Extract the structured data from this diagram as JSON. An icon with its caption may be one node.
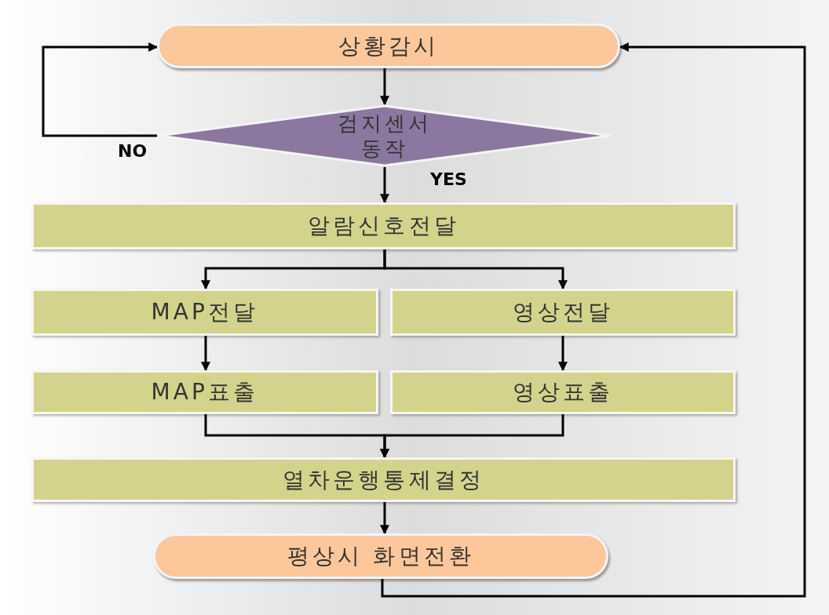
{
  "diagram": {
    "nodes": [
      {
        "text": [
          "상황감시"
        ]
      },
      {
        "text": [
          "검지센서 동작"
        ]
      },
      {
        "text": [
          "알람신호전달"
        ]
      },
      {
        "text": [
          "MAP전달"
        ]
      },
      {
        "text": [
          "영상전달"
        ]
      },
      {
        "text": [
          "MAP표출"
        ]
      },
      {
        "text": [
          "영상표출"
        ]
      },
      {
        "text": [
          "열차운행통제결정"
        ]
      },
      {
        "text": [
          "평상시 화면전환"
        ]
      }
    ],
    "edges": [
      {
        "from": 0,
        "to": 1,
        "arrow": "to"
      },
      {
        "from": 1,
        "to": 2,
        "arrow": "to",
        "label": "YES"
      },
      {
        "from": 1,
        "to": 0,
        "arrow": "to",
        "label": "NO"
      },
      {
        "from": 2,
        "to": 3,
        "arrow": "to"
      },
      {
        "from": 2,
        "to": 4,
        "arrow": "to"
      },
      {
        "from": 3,
        "to": 5,
        "arrow": "to"
      },
      {
        "from": 4,
        "to": 6,
        "arrow": "to"
      },
      {
        "from": 5,
        "to": 7,
        "arrow": "to"
      },
      {
        "from": 6,
        "to": 7,
        "arrow": "to"
      },
      {
        "from": 7,
        "to": 8,
        "arrow": "to"
      },
      {
        "from": 8,
        "to": 0,
        "arrow": "to"
      }
    ]
  }
}
